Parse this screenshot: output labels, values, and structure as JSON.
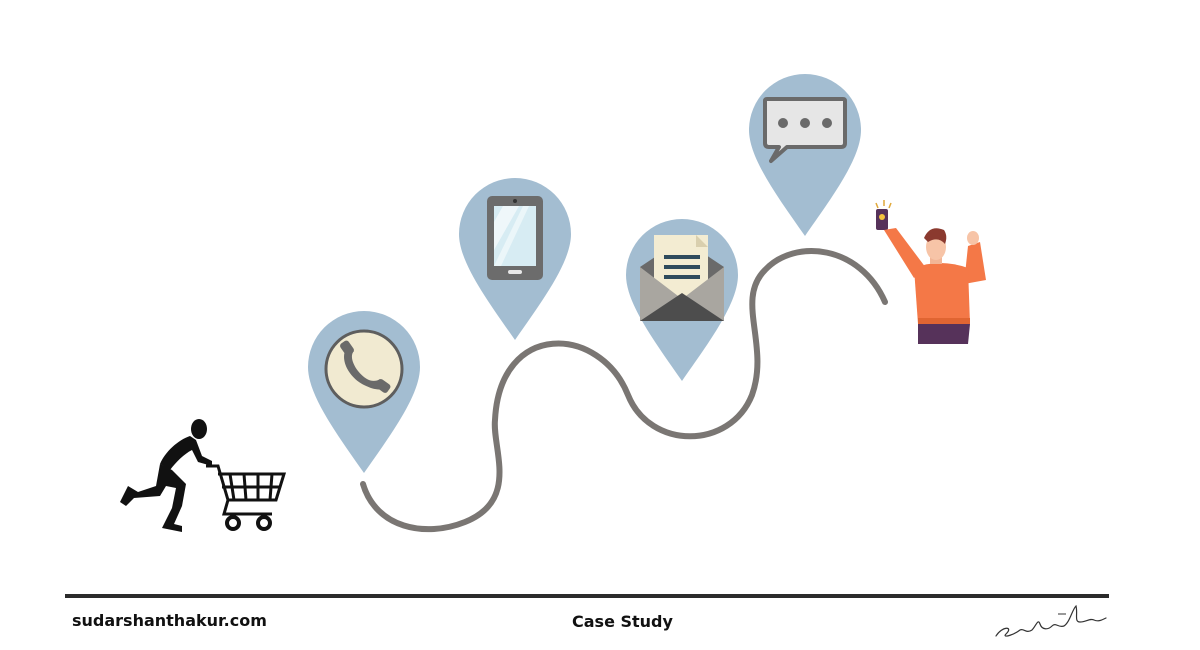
{
  "footer": {
    "site": "sudarshanthakur.com",
    "label": "Case Study",
    "signature_text": "Sudarshan Thakur"
  },
  "stages": [
    {
      "id": "shopper",
      "icon": "shopper-with-cart-icon"
    },
    {
      "id": "call",
      "icon": "phone-call-icon"
    },
    {
      "id": "tablet",
      "icon": "tablet-icon"
    },
    {
      "id": "email",
      "icon": "email-envelope-icon"
    },
    {
      "id": "chat",
      "icon": "chat-bubble-icon"
    },
    {
      "id": "customer",
      "icon": "happy-customer-icon"
    }
  ],
  "colors": {
    "pin": "#a3bdd1",
    "path": "#7a7673",
    "silhouette": "#111111",
    "icon_grey": "#5e5e5e",
    "icon_cream": "#f1ead1",
    "shirt": "#f47847",
    "pants": "#56325a",
    "skin": "#f7c4a7",
    "hair": "#8b3a2f"
  }
}
